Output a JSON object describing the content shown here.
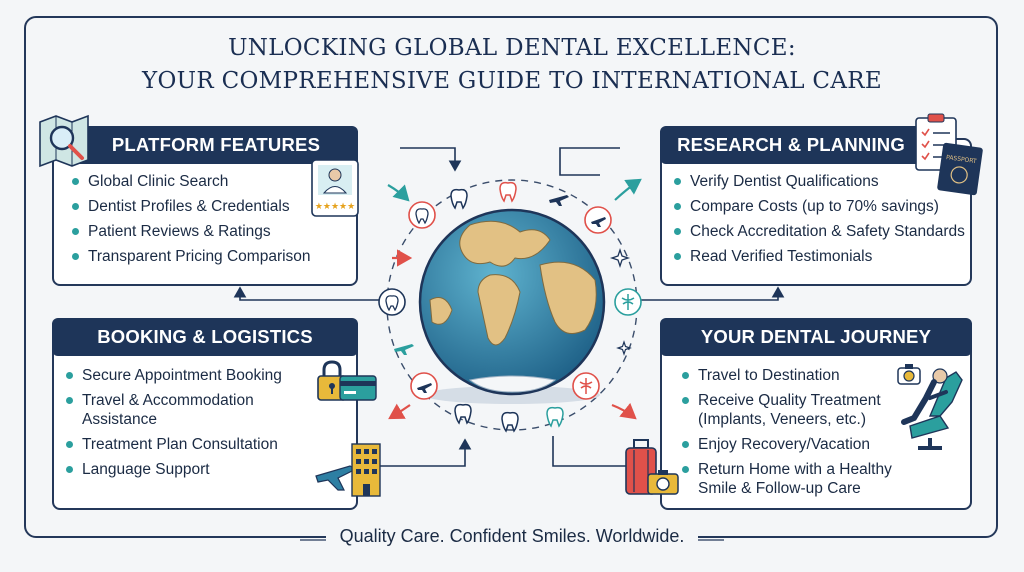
{
  "title": {
    "line1": "UNLOCKING GLOBAL DENTAL EXCELLENCE:",
    "line2": "YOUR COMPREHENSIVE GUIDE TO INTERNATIONAL CARE"
  },
  "panels": {
    "platform": {
      "heading": "PLATFORM FEATURES",
      "items": [
        "Global Clinic Search",
        "Dentist Profiles & Credentials",
        "Patient Reviews & Ratings",
        "Transparent Pricing Comparison"
      ]
    },
    "research": {
      "heading": "RESEARCH & PLANNING",
      "items": [
        "Verify Dentist Qualifications",
        "Compare Costs (up to 70% savings)",
        "Check Accreditation & Safety Standards",
        "Read Verified Testimonials"
      ]
    },
    "booking": {
      "heading": "BOOKING & LOGISTICS",
      "items": [
        "Secure Appointment Booking",
        "Travel & Accommodation Assistance",
        "Treatment Plan Consultation",
        "Language Support"
      ]
    },
    "journey": {
      "heading": "YOUR DENTAL JOURNEY",
      "items": [
        "Travel to Destination",
        "Receive Quality Treatment (Implants, Veneers, etc.)",
        "Enjoy Recovery/Vacation",
        "Return Home with a Healthy Smile & Follow-up Care"
      ]
    }
  },
  "passport_label": "PASSPORT",
  "tagline": "Quality Care. Confident Smiles. Worldwide.",
  "colors": {
    "navy": "#1e3559",
    "teal": "#2b9f9e",
    "red": "#e0514a",
    "ocean": "#2d7fa3",
    "land": "#e2c184"
  },
  "icons": [
    "map-magnifier-icon",
    "dentist-profile-card-icon",
    "clipboard-checklist-icon",
    "passport-icon",
    "padlock-icon",
    "credit-card-icon",
    "airplane-icon",
    "hotel-building-icon",
    "camera-icon",
    "patient-dental-chair-icon",
    "suitcase-icon",
    "globe-icon",
    "tooth-icon",
    "sparkle-icon"
  ]
}
